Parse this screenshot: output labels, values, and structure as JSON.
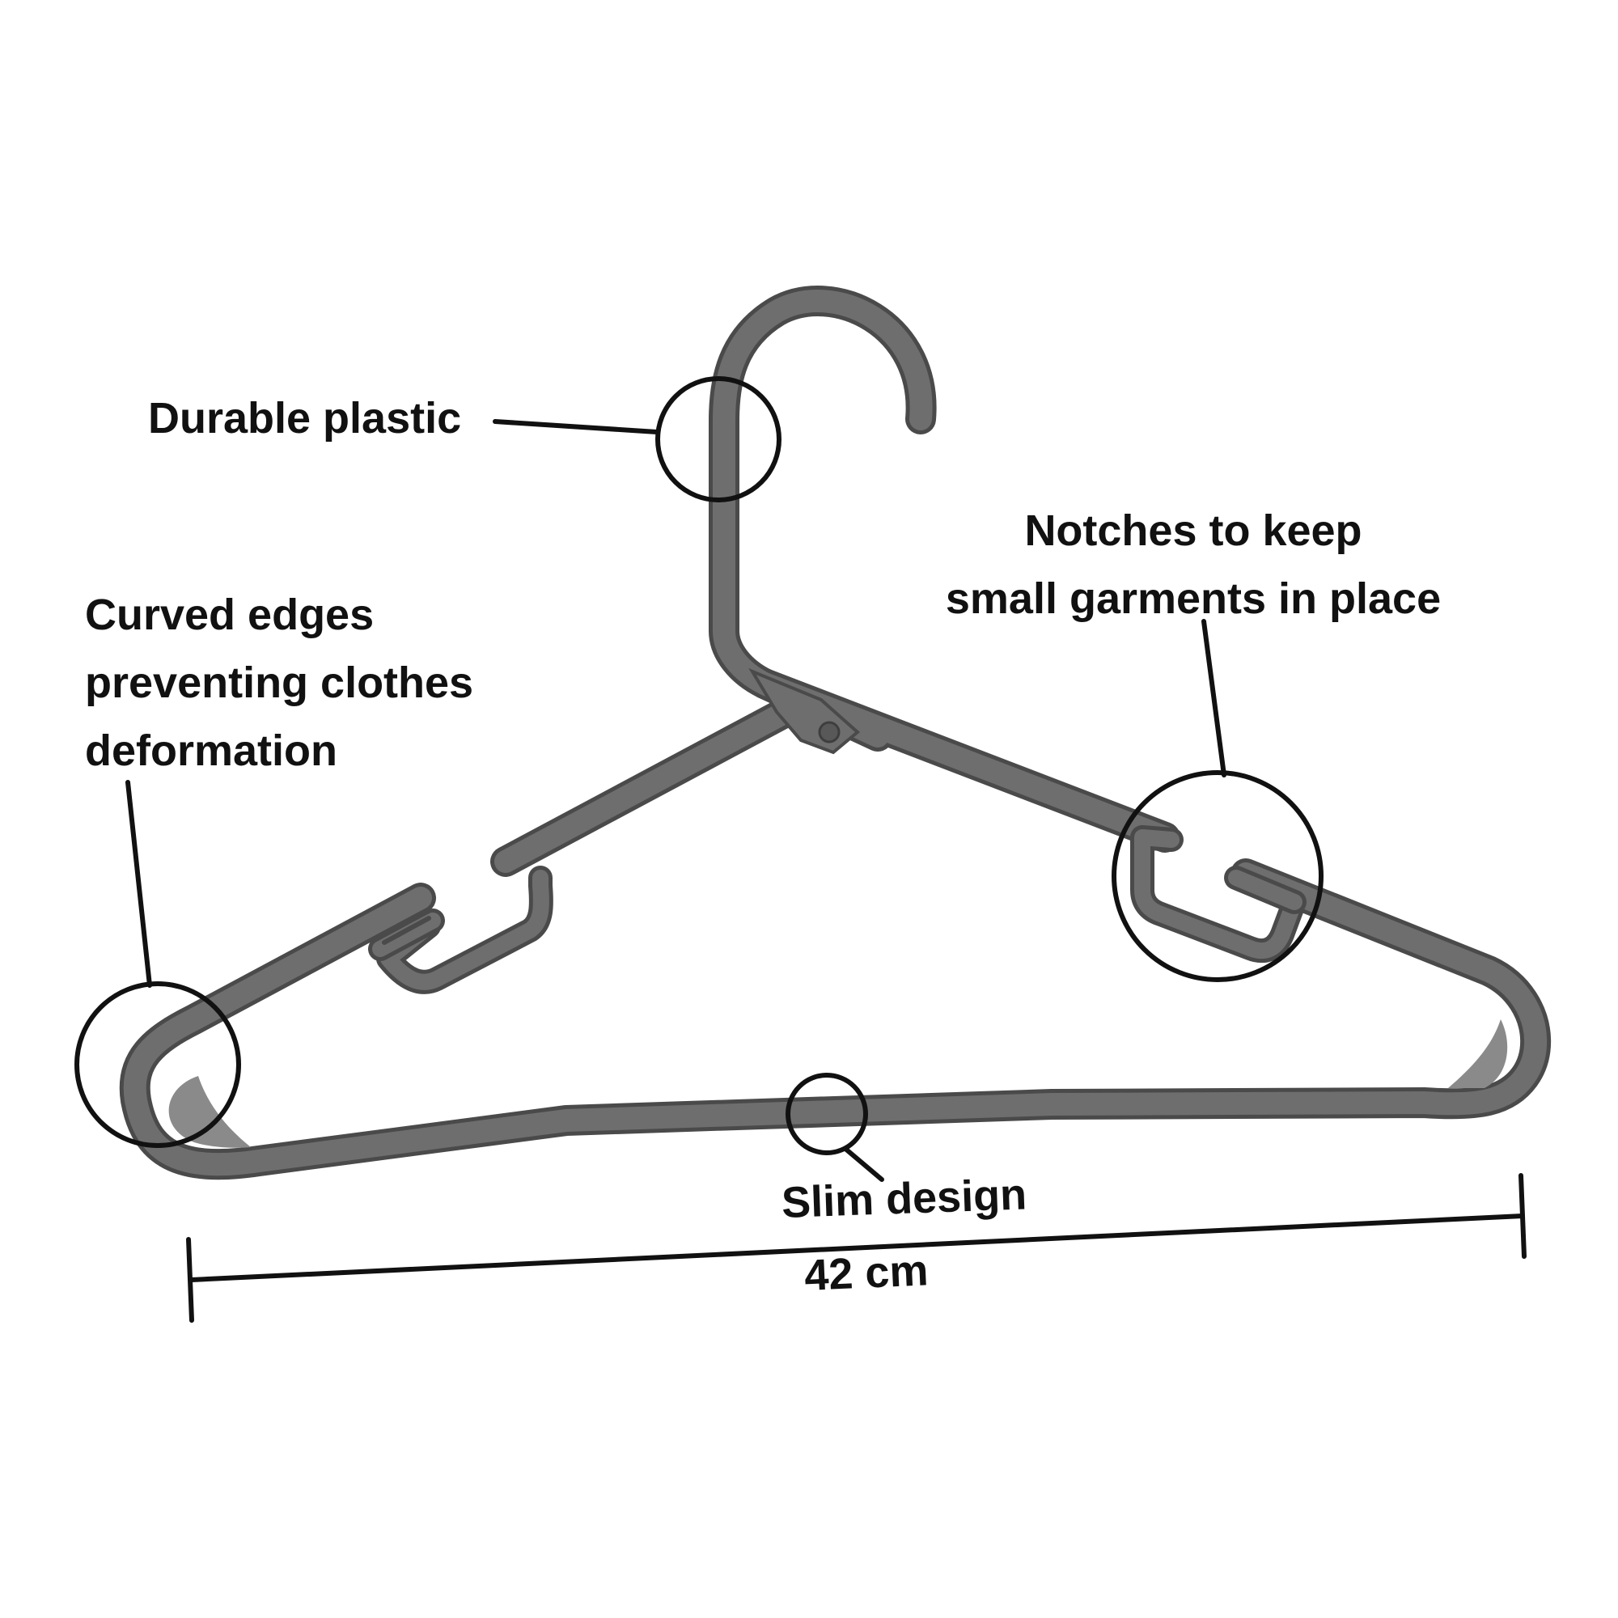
{
  "colors": {
    "hanger_fill": "#6e6e6e",
    "hanger_edge": "#4a4a4a",
    "annotation": "#111111",
    "background": "#ffffff"
  },
  "callouts": {
    "durable_plastic": {
      "lines": [
        "Durable plastic"
      ]
    },
    "curved_edges": {
      "lines": [
        "Curved edges",
        "preventing clothes",
        "deformation"
      ]
    },
    "notches": {
      "lines": [
        "Notches to keep",
        "small garments in place"
      ]
    },
    "slim_design": {
      "lines": [
        "Slim design"
      ]
    }
  },
  "dimension": {
    "label": "42 cm"
  }
}
